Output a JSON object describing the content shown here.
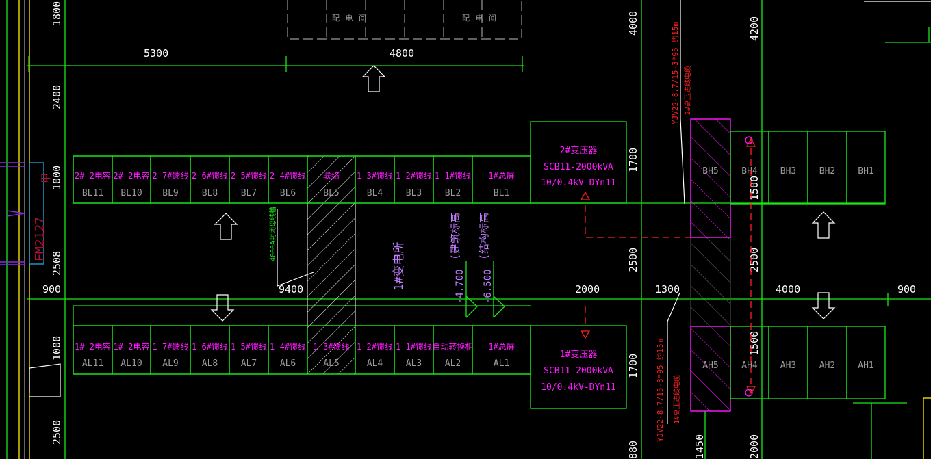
{
  "colors": {
    "background": "#000000",
    "wall": "#18e818",
    "label": "#ff1aff",
    "cable": "#ff2020",
    "dimension": "#ffffff",
    "id": "#9a9a9a"
  },
  "top_dims": {
    "d1800": "1800",
    "d5300": "5300",
    "d4800": "4800",
    "d2400": "2400"
  },
  "left_dims": {
    "d1000a": "1000",
    "d2508": "2508",
    "d900": "900",
    "d1000b": "1000",
    "d2500": "2500"
  },
  "mid_dims": {
    "d9400": "9400",
    "d2000": "2000",
    "d1300": "1300",
    "d4000": "4000",
    "d900r": "900"
  },
  "right_dims": {
    "d4000": "4000",
    "d1700a": "1700",
    "d2500": "2500",
    "d1700b": "1700",
    "d880": "880",
    "d4200": "4200",
    "d1500a": "1500",
    "d2500b": "2500",
    "d1500b": "1500",
    "d2000": "2000",
    "d1450": "1450"
  },
  "top_rooms": {
    "room_a": "配电间",
    "room_b": "配电间"
  },
  "row_b": [
    {
      "id": "BL11",
      "name": "2#-2电容"
    },
    {
      "id": "BL10",
      "name": "2#-2电容"
    },
    {
      "id": "BL9",
      "name": "2-7#馈线"
    },
    {
      "id": "BL8",
      "name": "2-6#馈线"
    },
    {
      "id": "BL7",
      "name": "2-5#馈线"
    },
    {
      "id": "BL6",
      "name": "2-4#馈线"
    },
    {
      "id": "BL5",
      "name": "联络"
    },
    {
      "id": "BL4",
      "name": "1-3#馈线"
    },
    {
      "id": "BL3",
      "name": "1-2#馈线"
    },
    {
      "id": "BL2",
      "name": "1-1#馈线"
    },
    {
      "id": "BL1",
      "name": "1#总屏"
    }
  ],
  "row_a": [
    {
      "id": "AL11",
      "name": "1#-2电容"
    },
    {
      "id": "AL10",
      "name": "1#-2电容"
    },
    {
      "id": "AL9",
      "name": "1-7#馈线"
    },
    {
      "id": "AL8",
      "name": "1-6#馈线"
    },
    {
      "id": "AL7",
      "name": "1-5#馈线"
    },
    {
      "id": "AL6",
      "name": "1-4#馈线"
    },
    {
      "id": "AL5",
      "name": "1-3#馈线"
    },
    {
      "id": "AL4",
      "name": "1-2#馈线"
    },
    {
      "id": "AL3",
      "name": "1-1#馈线"
    },
    {
      "id": "AL2",
      "name": "自动转换柜"
    },
    {
      "id": "AL1",
      "name": "1#总屏"
    }
  ],
  "transformer_2": {
    "title": "2#变压器",
    "model": "SCB11-2000kVA",
    "spec": "10/0.4kV-DYn11"
  },
  "transformer_1": {
    "title": "1#变压器",
    "model": "SCB11-2000kVA",
    "spec": "10/0.4kV-DYn11"
  },
  "hv_top": [
    "BH5",
    "BH4",
    "BH3",
    "BH2",
    "BH1"
  ],
  "hv_bottom": [
    "AH5",
    "AH4",
    "AH3",
    "AH2",
    "AH1"
  ],
  "notes": {
    "substation": "1#变电所",
    "arch_level": "(建筑标高",
    "struct_level": "(结构标高",
    "arch_value": "-4.700",
    "struct_value": "-6.500",
    "busway": "4000A封闭母线槽",
    "cable_top": "YJV22-8.7/15-3*95 约15m",
    "cable_top_label": "2#高压进线电缆",
    "cable_bottom": "YJV22-8.7/15-3*95 约15m",
    "cable_bottom_label": "1#高压进线电缆",
    "door": "FM2127",
    "door_tag": "甲"
  }
}
